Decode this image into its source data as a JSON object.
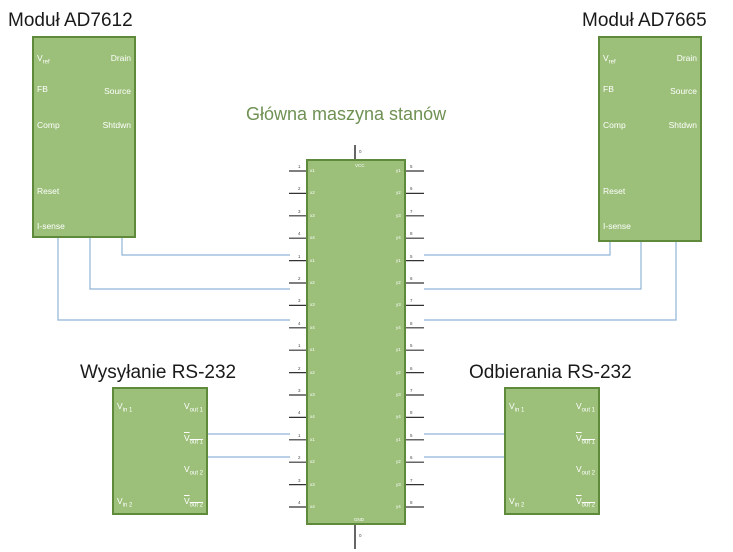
{
  "modules": {
    "ad7612": {
      "title": "Moduł AD7612",
      "vref_main": "V",
      "vref_sub": "ref",
      "fb": "FB",
      "comp": "Comp",
      "reset": "Reset",
      "isense": "I-sense",
      "drain": "Drain",
      "source": "Source",
      "shtdwn": "Shtdwn"
    },
    "ad7665": {
      "title": "Moduł AD7665",
      "vref_main": "V",
      "vref_sub": "ref",
      "fb": "FB",
      "comp": "Comp",
      "reset": "Reset",
      "isense": "I-sense",
      "drain": "Drain",
      "source": "Source",
      "shtdwn": "Shtdwn"
    }
  },
  "state_machine": {
    "title": "Główna maszyna stanów",
    "top_label": "VCC",
    "bottom_label": "GND",
    "pin_top": "0",
    "pin_bottom": "0",
    "left_pins": [
      "1",
      "2",
      "3",
      "4",
      "1",
      "2",
      "3",
      "4",
      "1",
      "2",
      "3",
      "4",
      "1",
      "2",
      "3",
      "4"
    ],
    "right_pins": [
      "5",
      "6",
      "7",
      "8",
      "5",
      "6",
      "7",
      "8",
      "5",
      "6",
      "7",
      "8",
      "5",
      "6",
      "7",
      "8"
    ],
    "left_names": [
      "x1",
      "x2",
      "x3",
      "x4",
      "x1",
      "x2",
      "x3",
      "x4",
      "x1",
      "x2",
      "x3",
      "x4",
      "x1",
      "x2",
      "x3",
      "x4"
    ],
    "right_names": [
      "y1",
      "y2",
      "y3",
      "y4",
      "y1",
      "y2",
      "y3",
      "y4",
      "y1",
      "y2",
      "y3",
      "y4",
      "y1",
      "y2",
      "y3",
      "y4"
    ]
  },
  "rs232_send": {
    "title": "Wysyłanie RS-232",
    "vin1_main": "V",
    "vin1_sub": "in 1",
    "vin2_main": "V",
    "vin2_sub": "in 2",
    "vout1_main": "V",
    "vout1_sub": "out 1",
    "vout1b_main": "V",
    "vout1b_sub": "out 1",
    "vout2_main": "V",
    "vout2_sub": "out 2",
    "vout2b_main": "V",
    "vout2b_sub": "out 2"
  },
  "rs232_recv": {
    "title": "Odbierania RS-232",
    "vin1_main": "V",
    "vin1_sub": "in 1",
    "vin2_main": "V",
    "vin2_sub": "in 2",
    "vout1_main": "V",
    "vout1_sub": "out 1",
    "vout1b_main": "V",
    "vout1b_sub": "out 1",
    "vout2_main": "V",
    "vout2_sub": "out 2",
    "vout2b_main": "V",
    "vout2b_sub": "out 2"
  },
  "colors": {
    "fill": "#9cc07a",
    "border": "#5f8a3c",
    "wire": "#8fb3d6",
    "pin_line": "#333333"
  }
}
